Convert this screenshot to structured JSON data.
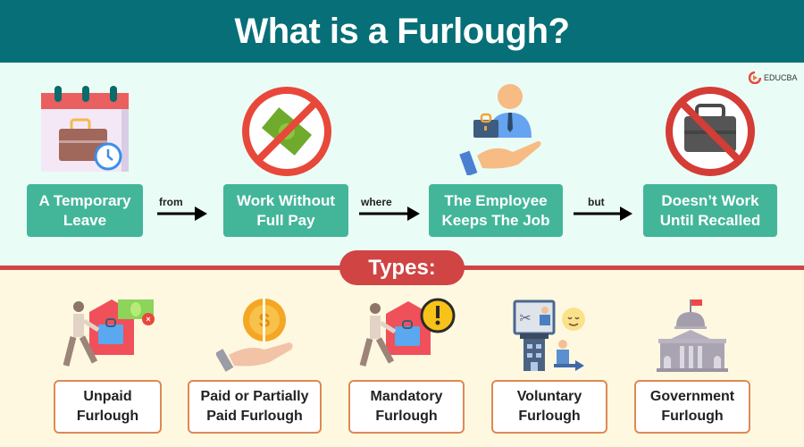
{
  "header": {
    "title": "What is a Furlough?"
  },
  "brand": {
    "logo_text": "EDUCBA"
  },
  "definition_flow": {
    "steps": [
      {
        "label_line1": "A Temporary",
        "label_line2": "Leave",
        "icon": "calendar-briefcase-clock-icon"
      },
      {
        "label_line1": "Work Without",
        "label_line2": "Full Pay",
        "icon": "no-money-icon"
      },
      {
        "label_line1": "The Employee",
        "label_line2": "Keeps The Job",
        "icon": "hand-holding-employee-icon"
      },
      {
        "label_line1": "Doesn’t Work",
        "label_line2": "Until Recalled",
        "icon": "no-briefcase-icon"
      }
    ],
    "connectors": [
      {
        "label": "from"
      },
      {
        "label": "where"
      },
      {
        "label": "but"
      }
    ]
  },
  "types": {
    "heading": "Types:",
    "items": [
      {
        "label_line1": "Unpaid",
        "label_line2": "Furlough",
        "icon": "person-leaving-house-money-x-icon"
      },
      {
        "label_line1": "Paid or Partially",
        "label_line2": "Paid Furlough",
        "icon": "hand-half-coin-icon"
      },
      {
        "label_line1": "Mandatory",
        "label_line2": "Furlough",
        "icon": "person-leaving-house-warning-icon"
      },
      {
        "label_line1": "Voluntary",
        "label_line2": "Furlough",
        "icon": "building-employee-leaving-icon"
      },
      {
        "label_line1": "Government",
        "label_line2": "Furlough",
        "icon": "government-building-icon"
      }
    ]
  },
  "colors": {
    "header_bg": "#066f77",
    "top_bg": "#eafcf6",
    "bottom_bg": "#fff8e1",
    "step_box": "#43b69a",
    "accent_red": "#d04444",
    "type_border": "#dc8a55"
  }
}
